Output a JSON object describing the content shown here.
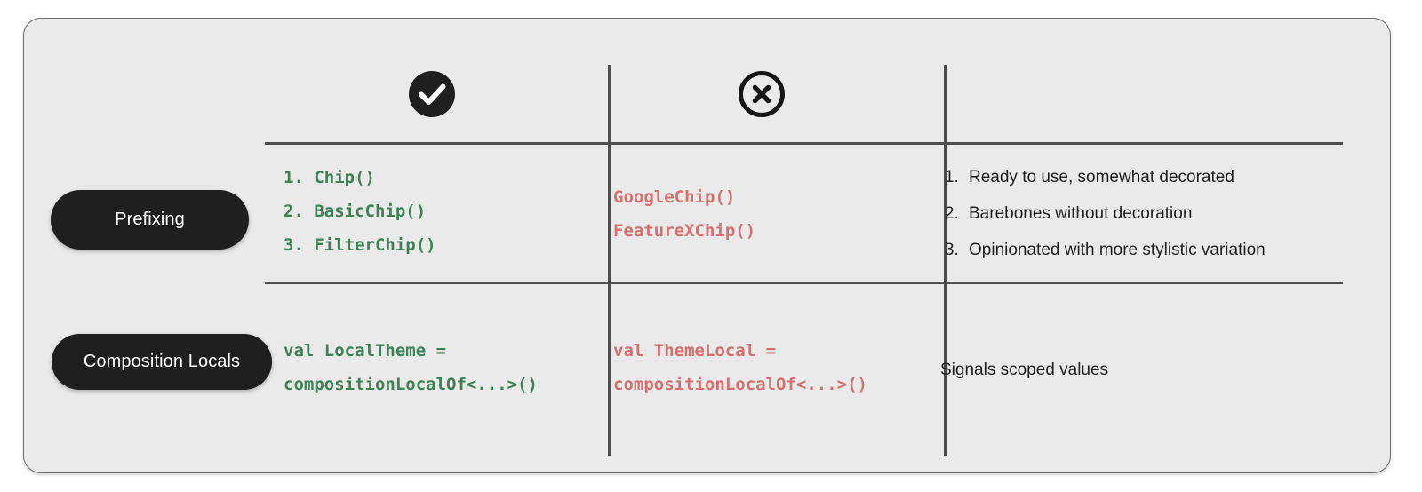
{
  "card": {
    "background": "#eaeaea",
    "border_color": "#6e6e6e"
  },
  "header": {
    "columns": [
      {
        "icon": "check-circle-filled-icon",
        "meaning": "do"
      },
      {
        "icon": "close-circle-outline-icon",
        "meaning": "dont"
      },
      {
        "icon": "",
        "meaning": "notes"
      }
    ]
  },
  "colors": {
    "good": "#3f8055",
    "bad": "#d4706f",
    "pill_bg": "#1f1f1f",
    "pill_text": "#ffffff",
    "rule": "#4d4d4d"
  },
  "rows": [
    {
      "label": "Prefixing",
      "good_code": "1. Chip()\n2. BasicChip()\n3. FilterChip()",
      "bad_code": "GoogleChip()\nFeatureXChip()",
      "notes_type": "ordered",
      "notes": [
        "Ready to use, somewhat decorated",
        "Barebones without decoration",
        "Opinionated with more stylistic variation"
      ]
    },
    {
      "label": "Composition Locals",
      "good_code": "val LocalTheme =\ncompositionLocalOf<...>()",
      "bad_code": "val ThemeLocal =\ncompositionLocalOf<...>()",
      "notes_type": "plain",
      "notes": [
        "Signals scoped values"
      ]
    }
  ]
}
